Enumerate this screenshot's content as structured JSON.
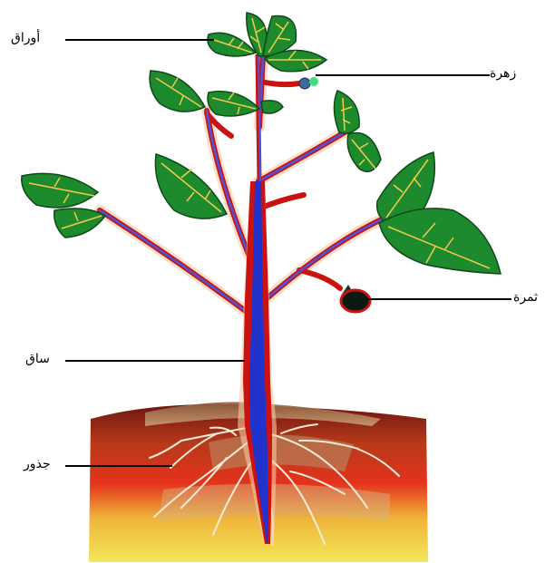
{
  "diagram": {
    "labels": {
      "leaves": "أوراق",
      "flower": "زهرة",
      "fruit": "ثمرة",
      "stem": "ساق",
      "roots": "جذور"
    },
    "colors": {
      "leaf_fill": "#1e8a2e",
      "leaf_vein": "#f2c94c",
      "stem_core": "#2233cc",
      "stem_outer": "#cc1111",
      "soil_top": "#7a1a10",
      "soil_mid": "#e4321c",
      "soil_bottom": "#f2e23a",
      "roots": "#f4ecd8"
    }
  }
}
